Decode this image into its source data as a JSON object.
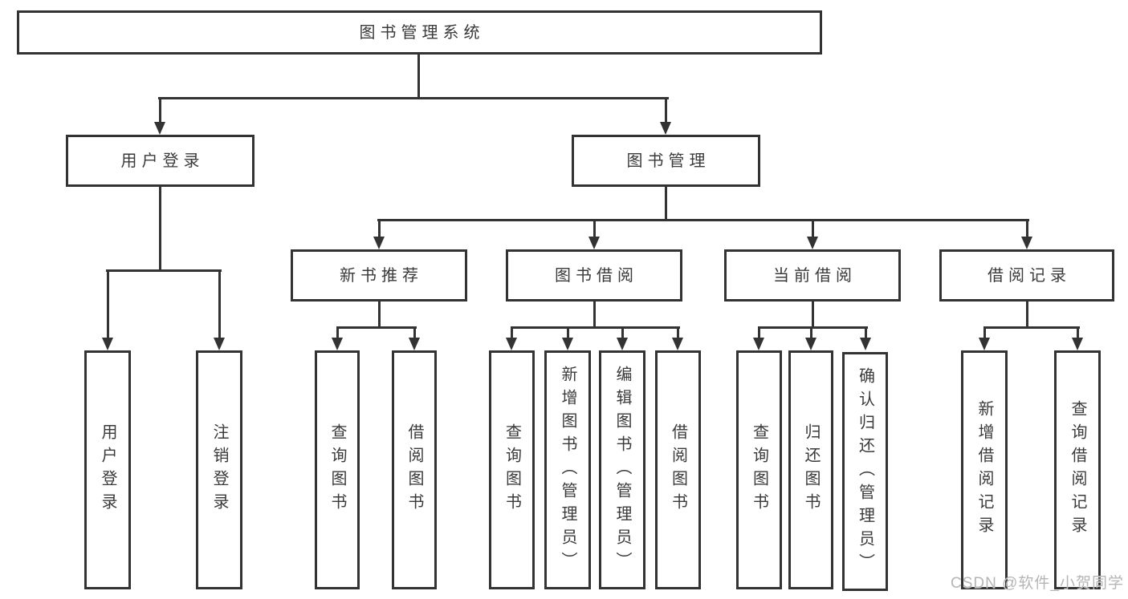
{
  "colors": {
    "line": "#333333",
    "text": "#3a3a3a",
    "background": "#ffffff",
    "box_fill": "#ffffff",
    "watermark": "#b5b5b5"
  },
  "watermark": {
    "text": "CSDN @软件_小贺同学"
  },
  "tree": {
    "root": {
      "label": "图书管理系统"
    },
    "user_login": {
      "label": "用户登录",
      "children": {
        "login": {
          "label": "用户登录"
        },
        "logout": {
          "label": "注销登录"
        }
      }
    },
    "book_management": {
      "label": "图书管理",
      "children": {
        "new_book_recommend": {
          "label": "新书推荐",
          "children": {
            "query_books": {
              "label": "查询图书"
            },
            "borrow_books": {
              "label": "借阅图书"
            }
          }
        },
        "book_borrow": {
          "label": "图书借阅",
          "children": {
            "query_books": {
              "label": "查询图书"
            },
            "add_books": {
              "label": "新增图书（管理员）"
            },
            "edit_books": {
              "label": "编辑图书（管理员）"
            },
            "borrow_books": {
              "label": "借阅图书"
            }
          }
        },
        "current_borrow": {
          "label": "当前借阅",
          "children": {
            "query_books": {
              "label": "查询图书"
            },
            "return_books": {
              "label": "归还图书"
            },
            "confirm_return": {
              "label": "确认归还（管理员）"
            }
          }
        },
        "borrow_record": {
          "label": "借阅记录",
          "children": {
            "add_record": {
              "label": "新增借阅记录"
            },
            "query_record": {
              "label": "查询借阅记录"
            }
          }
        }
      }
    }
  }
}
